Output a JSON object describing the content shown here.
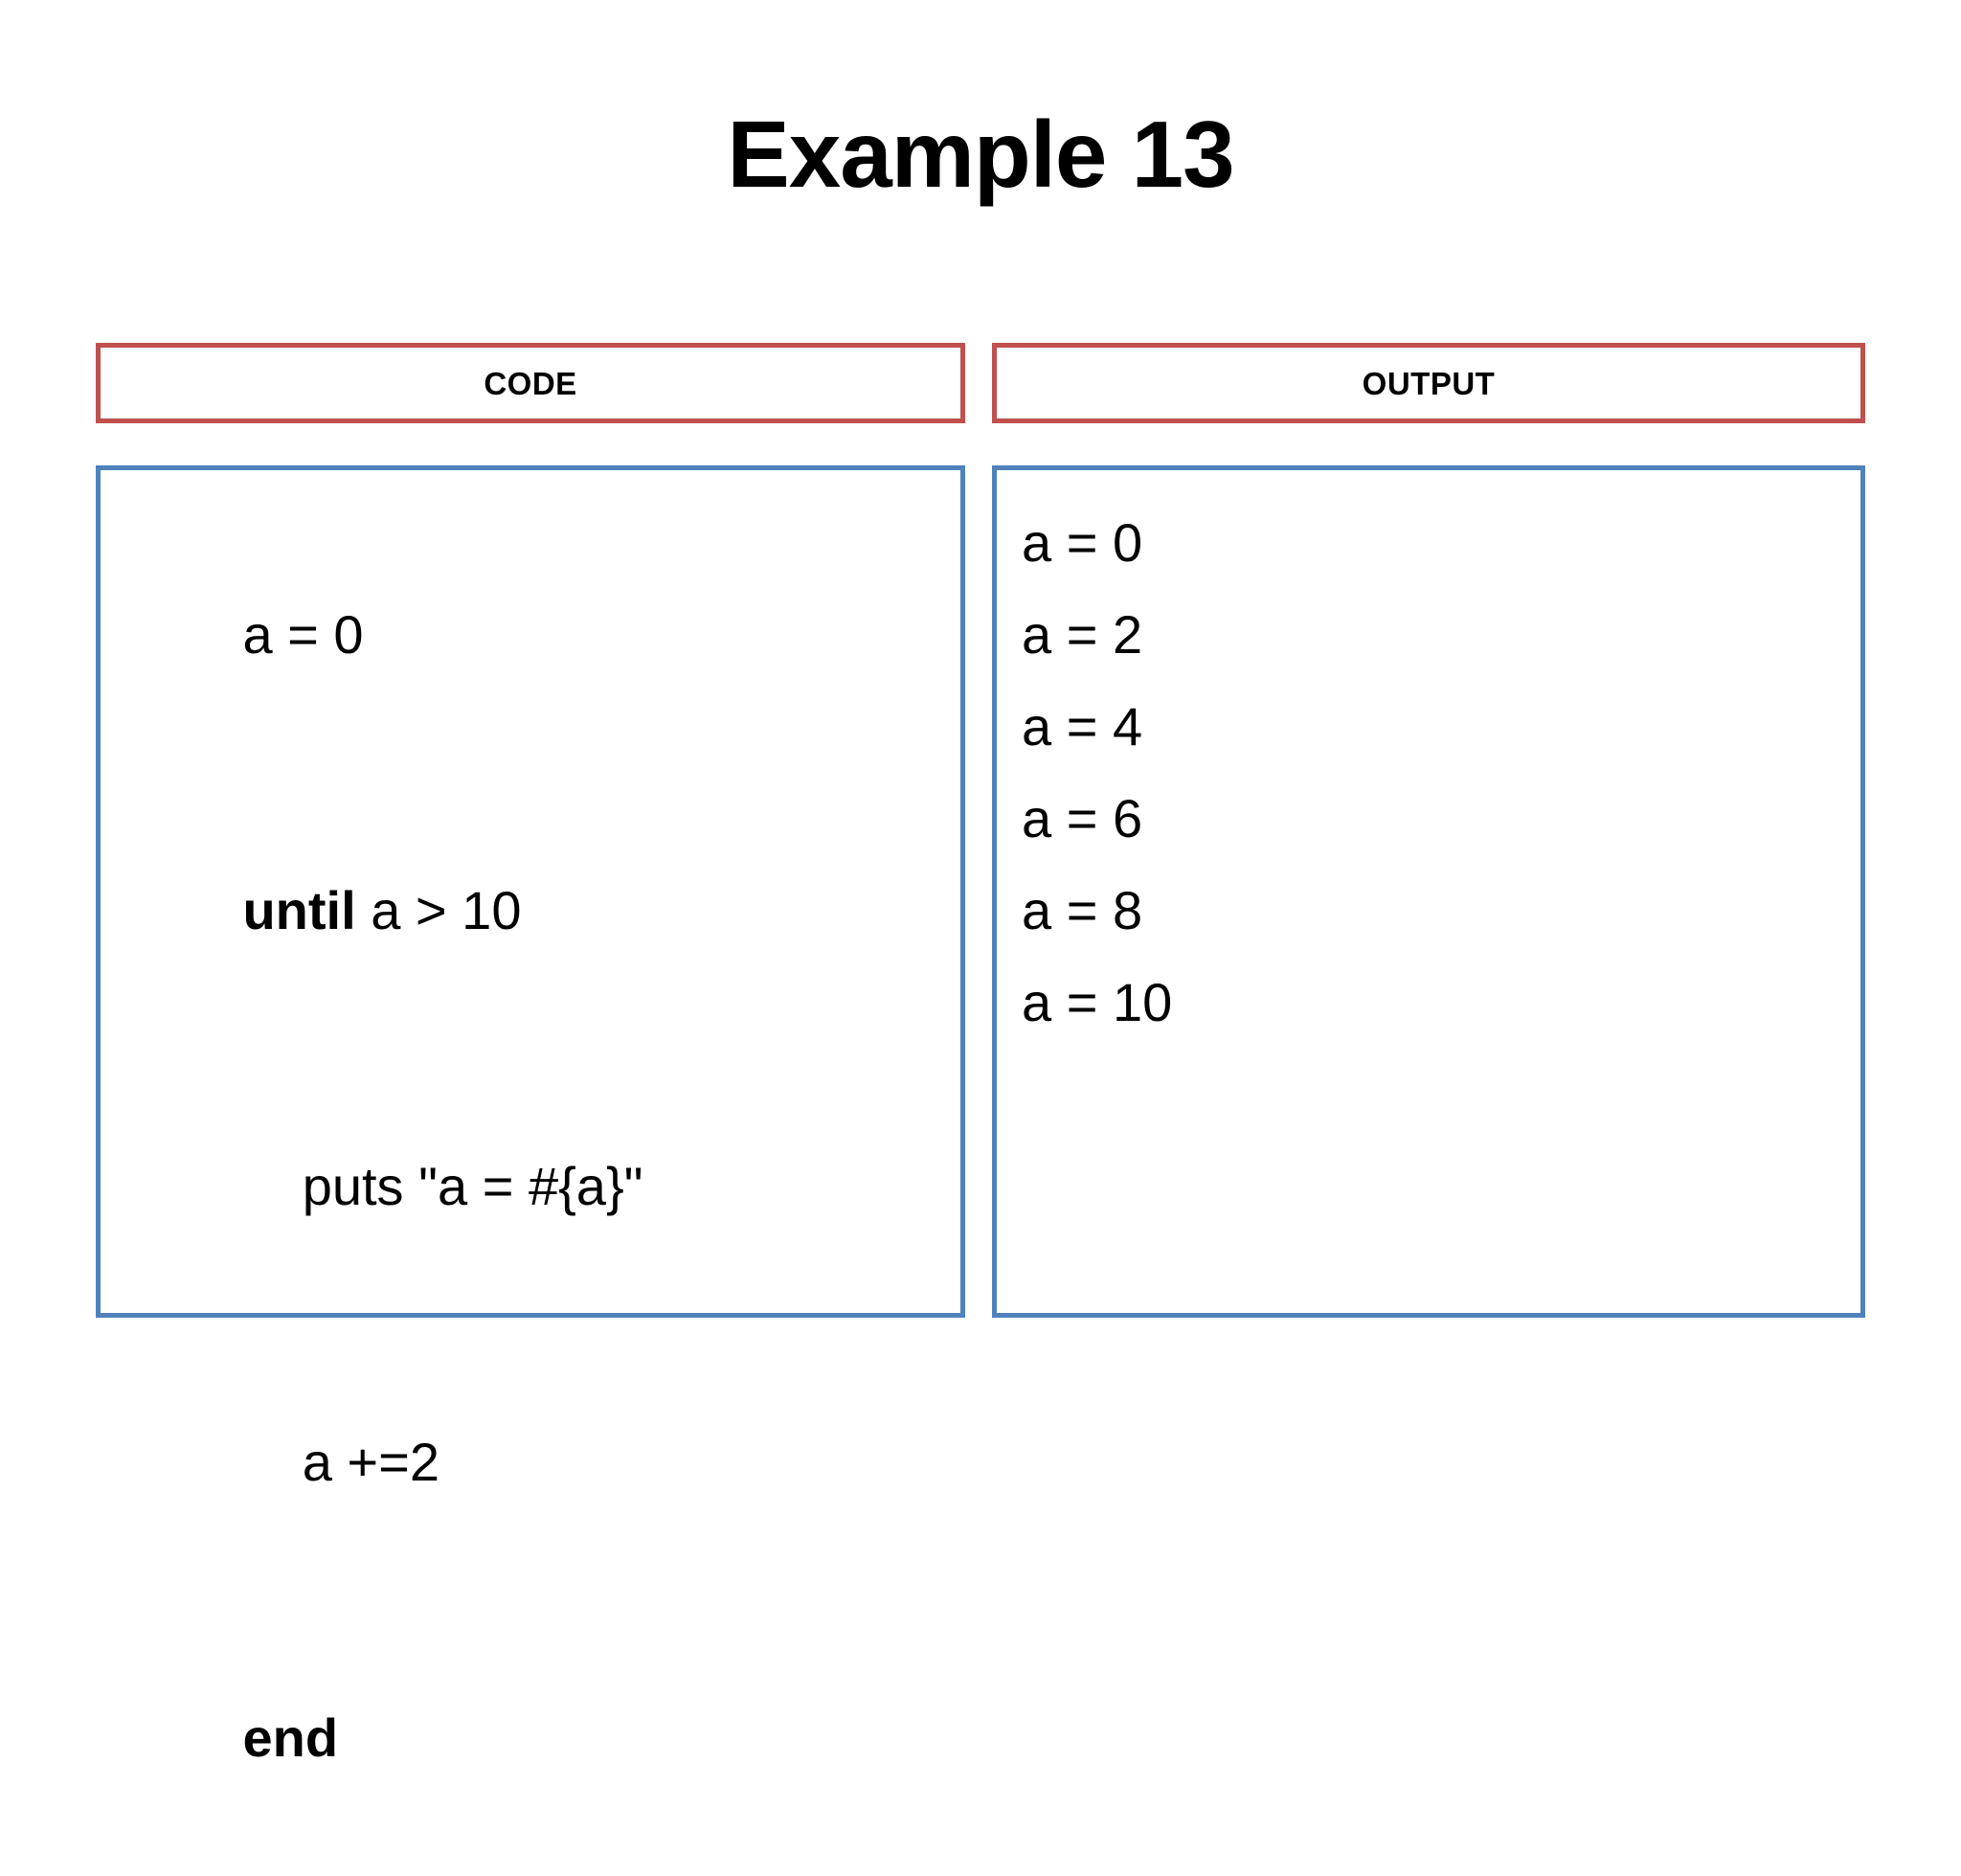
{
  "slide": {
    "title": "Example 13",
    "background_color": "#FFFFFF",
    "header_border_color": "#C0504D",
    "content_border_color": "#4F81BD"
  },
  "panels": {
    "code": {
      "header_label": "CODE",
      "lines": [
        {
          "keyword": "",
          "text": "a = 0"
        },
        {
          "keyword": "until",
          "text": " a > 10"
        },
        {
          "keyword": "",
          "text": "    puts \"a = #{a}\""
        },
        {
          "keyword": "",
          "text": "    a +=2"
        },
        {
          "keyword": "end",
          "text": ""
        }
      ]
    },
    "output": {
      "header_label": "OUTPUT",
      "lines": [
        "a = 0",
        "a = 2",
        "a = 4",
        "a = 6",
        "a = 8",
        "a = 10"
      ]
    }
  }
}
